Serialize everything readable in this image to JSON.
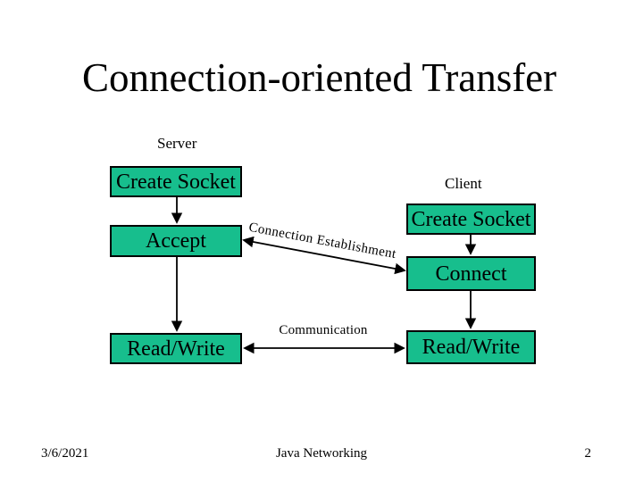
{
  "slide": {
    "title": "Connection-oriented Transfer",
    "colors": {
      "bg": "#ffffff",
      "box_fill": "#17be8d",
      "box_border": "#000000",
      "line_color": "#000000"
    }
  },
  "server": {
    "label": "Server",
    "boxes": [
      {
        "label": "Create Socket"
      },
      {
        "label": "Accept"
      },
      {
        "label": "Read/Write"
      }
    ]
  },
  "client": {
    "label": "Client",
    "boxes": [
      {
        "label": "Create Socket"
      },
      {
        "label": "Connect"
      },
      {
        "label": "Read/Write"
      }
    ]
  },
  "arrows": {
    "connection_label": "Connection Establishment",
    "communication_label": "Communication"
  },
  "footer": {
    "date": "3/6/2021",
    "center": "Java Networking",
    "page": "2"
  }
}
